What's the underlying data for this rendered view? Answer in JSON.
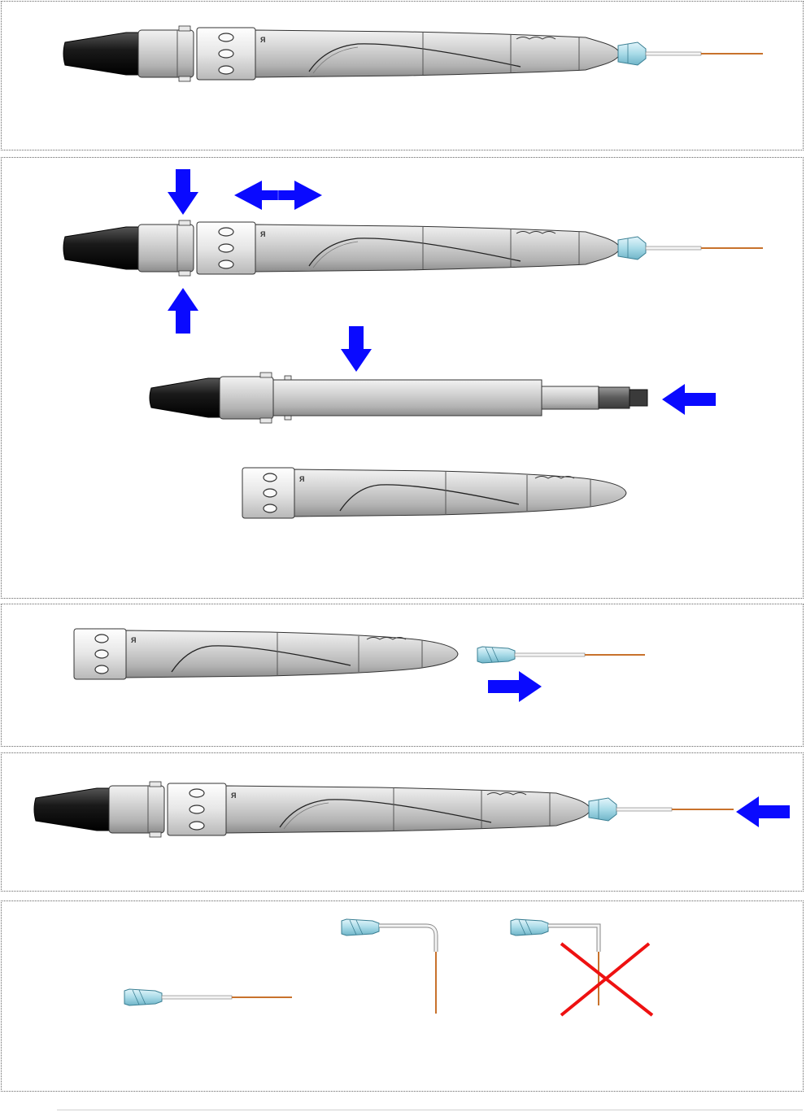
{
  "title": "",
  "panels": [
    {
      "name": "assembled-handpiece",
      "has_text": false
    },
    {
      "name": "disassembly-steps",
      "has_text": false
    },
    {
      "name": "insert-tip-into-sleeve",
      "has_text": false
    },
    {
      "name": "reassembled-handpiece",
      "has_text": false
    },
    {
      "name": "tip-bending-guide",
      "has_text": false
    }
  ],
  "colors": {
    "arrow": "#0a0aff",
    "body_grey": "#c8c8c8",
    "tip_black": "#151515",
    "nozzle_blue": "#a9dbe8",
    "needle_orange": "#c8722c",
    "cross_red": "#ee1111"
  },
  "icons": [
    "arrow-down-icon",
    "arrow-up-icon",
    "arrow-left-icon",
    "arrow-right-icon",
    "double-arrow-icon",
    "cross-mark-icon"
  ]
}
